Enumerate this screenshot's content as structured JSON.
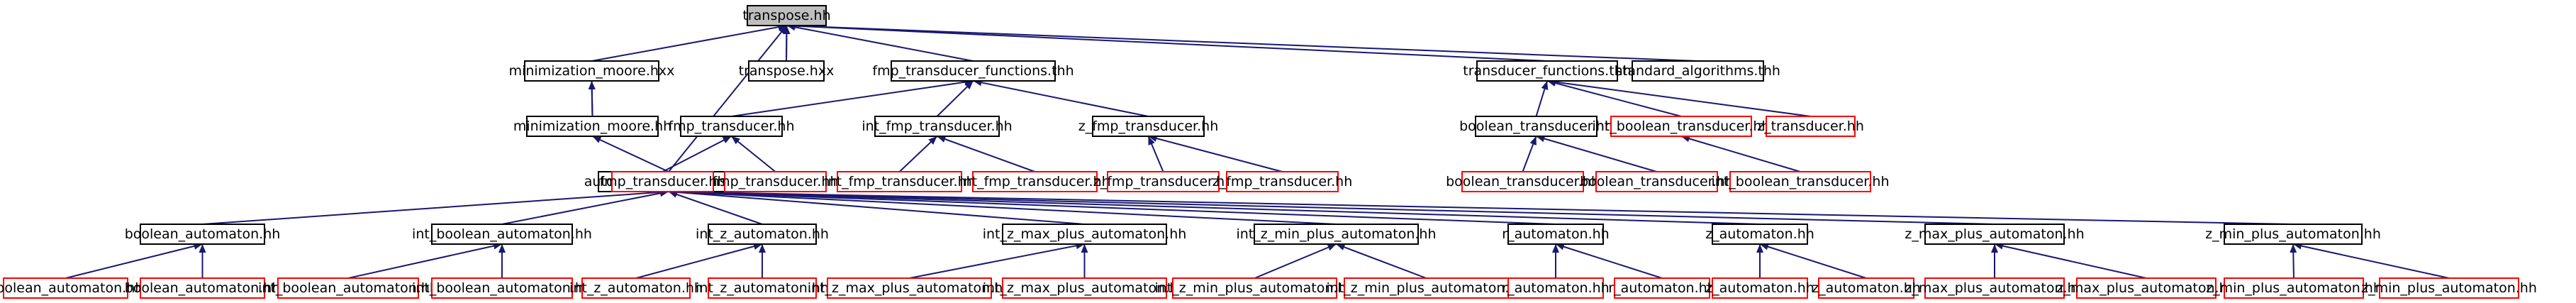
{
  "colors": {
    "edge": "#191970",
    "box_black": "#000000",
    "box_red": "#ff0000",
    "root_fill": "#bfbfbf",
    "background": "#ffffff"
  },
  "nodes": [
    {
      "id": "transpose",
      "label": "transpose.hh",
      "style": "root"
    },
    {
      "id": "min_moore_hxx",
      "label": "minimization_moore.hxx",
      "style": "black"
    },
    {
      "id": "transpose_hxx",
      "label": "transpose.hxx",
      "style": "black"
    },
    {
      "id": "fmp_transducer_functions",
      "label": "fmp_transducer_functions.thh",
      "style": "black"
    },
    {
      "id": "transducer_functions",
      "label": "transducer_functions.thh",
      "style": "black"
    },
    {
      "id": "standard_algorithms",
      "label": "standard_algorithms.thh",
      "style": "black"
    },
    {
      "id": "min_moore_hh",
      "label": "minimization_moore.hh",
      "style": "black"
    },
    {
      "id": "fmp_transducer",
      "label": "fmp_transducer.hh",
      "style": "black"
    },
    {
      "id": "int_fmp_transducer",
      "label": "int_fmp_transducer.hh",
      "style": "black"
    },
    {
      "id": "z_fmp_transducer",
      "label": "z_fmp_transducer.hh",
      "style": "black"
    },
    {
      "id": "boolean_transducer",
      "label": "boolean_transducer.hh",
      "style": "black"
    },
    {
      "id": "int_boolean_transducer",
      "label": "int_boolean_transducer.hh",
      "style": "red"
    },
    {
      "id": "z_transducer",
      "label": "z_transducer.hh",
      "style": "red"
    },
    {
      "id": "automaton_functions",
      "label": "automaton_functions.thh",
      "style": "black"
    },
    {
      "id": "fmp_t_a",
      "label": "fmp_transducer.hh",
      "style": "red"
    },
    {
      "id": "fmp_t_b",
      "label": "fmp_transducer.hh",
      "style": "red"
    },
    {
      "id": "int_fmp_t_a",
      "label": "int_fmp_transducer.hh",
      "style": "red"
    },
    {
      "id": "int_fmp_t_b",
      "label": "int_fmp_transducer.hh",
      "style": "red"
    },
    {
      "id": "z_fmp_t_a",
      "label": "z_fmp_transducer.hh",
      "style": "red"
    },
    {
      "id": "z_fmp_t_b",
      "label": "z_fmp_transducer.hh",
      "style": "red"
    },
    {
      "id": "bool_t_a",
      "label": "boolean_transducer.hh",
      "style": "red"
    },
    {
      "id": "bool_t_b",
      "label": "boolean_transducer.hh",
      "style": "red"
    },
    {
      "id": "int_bool_t_a",
      "label": "int_boolean_transducer.hh",
      "style": "red"
    },
    {
      "id": "boolean_automaton",
      "label": "boolean_automaton.hh",
      "style": "black"
    },
    {
      "id": "int_boolean_automaton",
      "label": "int_boolean_automaton.hh",
      "style": "black"
    },
    {
      "id": "int_z_automaton",
      "label": "int_z_automaton.hh",
      "style": "black"
    },
    {
      "id": "int_z_max_plus_automaton",
      "label": "int_z_max_plus_automaton.hh",
      "style": "black"
    },
    {
      "id": "int_z_min_plus_automaton",
      "label": "int_z_min_plus_automaton.hh",
      "style": "black"
    },
    {
      "id": "r_automaton",
      "label": "r_automaton.hh",
      "style": "black"
    },
    {
      "id": "z_automaton",
      "label": "z_automaton.hh",
      "style": "black"
    },
    {
      "id": "z_max_plus_automaton",
      "label": "z_max_plus_automaton.hh",
      "style": "black"
    },
    {
      "id": "z_min_plus_automaton",
      "label": "z_min_plus_automaton.hh",
      "style": "black"
    },
    {
      "id": "ba_a",
      "label": "boolean_automaton.hh",
      "style": "red"
    },
    {
      "id": "ba_b",
      "label": "boolean_automaton.hh",
      "style": "red"
    },
    {
      "id": "iba_a",
      "label": "int_boolean_automaton.hh",
      "style": "red"
    },
    {
      "id": "iba_b",
      "label": "int_boolean_automaton.hh",
      "style": "red"
    },
    {
      "id": "iza_a",
      "label": "int_z_automaton.hh",
      "style": "red"
    },
    {
      "id": "iza_b",
      "label": "int_z_automaton.hh",
      "style": "red"
    },
    {
      "id": "izmax_a",
      "label": "int_z_max_plus_automaton.hh",
      "style": "red"
    },
    {
      "id": "izmax_b",
      "label": "int_z_max_plus_automaton.hh",
      "style": "red"
    },
    {
      "id": "izmin_a",
      "label": "int_z_min_plus_automaton.hh",
      "style": "red"
    },
    {
      "id": "izmin_b",
      "label": "int_z_min_plus_automaton.hh",
      "style": "red"
    },
    {
      "id": "ra_a",
      "label": "r_automaton.hh",
      "style": "red"
    },
    {
      "id": "ra_b",
      "label": "r_automaton.hh",
      "style": "red"
    },
    {
      "id": "za_a",
      "label": "z_automaton.hh",
      "style": "red"
    },
    {
      "id": "za_b",
      "label": "z_automaton.hh",
      "style": "red"
    },
    {
      "id": "zmax_a",
      "label": "z_max_plus_automaton.hh",
      "style": "red"
    },
    {
      "id": "zmax_b",
      "label": "z_max_plus_automaton.hh",
      "style": "red"
    },
    {
      "id": "zmin_a",
      "label": "z_min_plus_automaton.hh",
      "style": "red"
    },
    {
      "id": "zmin_b",
      "label": "z_min_plus_automaton.hh",
      "style": "red"
    }
  ],
  "edges": [
    [
      "min_moore_hxx",
      "min_moore_hh"
    ],
    [
      "transpose",
      "min_moore_hxx"
    ],
    [
      "transpose",
      "transpose_hxx"
    ],
    [
      "transpose",
      "fmp_transducer_functions"
    ],
    [
      "transpose",
      "transducer_functions"
    ],
    [
      "transpose",
      "standard_algorithms"
    ],
    [
      "transpose",
      "automaton_functions"
    ],
    [
      "transpose_hxx",
      "transpose"
    ],
    [
      "min_moore_hh",
      "min_moore_hxx"
    ],
    [
      "min_moore_hh",
      "automaton_functions"
    ],
    [
      "fmp_transducer_functions",
      "fmp_transducer"
    ],
    [
      "fmp_transducer_functions",
      "int_fmp_transducer"
    ],
    [
      "fmp_transducer_functions",
      "z_fmp_transducer"
    ],
    [
      "transducer_functions",
      "boolean_transducer"
    ],
    [
      "transducer_functions",
      "int_boolean_transducer"
    ],
    [
      "transducer_functions",
      "z_transducer"
    ],
    [
      "fmp_transducer",
      "fmp_t_a"
    ],
    [
      "fmp_transducer",
      "fmp_t_b"
    ],
    [
      "int_fmp_transducer",
      "int_fmp_t_a"
    ],
    [
      "int_fmp_transducer",
      "int_fmp_t_b"
    ],
    [
      "z_fmp_transducer",
      "z_fmp_t_a"
    ],
    [
      "z_fmp_transducer",
      "z_fmp_t_b"
    ],
    [
      "boolean_transducer",
      "bool_t_a"
    ],
    [
      "boolean_transducer",
      "bool_t_b"
    ],
    [
      "int_boolean_transducer",
      "int_bool_t_a"
    ],
    [
      "automaton_functions",
      "boolean_automaton"
    ],
    [
      "automaton_functions",
      "int_boolean_automaton"
    ],
    [
      "automaton_functions",
      "int_z_automaton"
    ],
    [
      "automaton_functions",
      "int_z_max_plus_automaton"
    ],
    [
      "automaton_functions",
      "int_z_min_plus_automaton"
    ],
    [
      "automaton_functions",
      "r_automaton"
    ],
    [
      "automaton_functions",
      "z_automaton"
    ],
    [
      "automaton_functions",
      "z_max_plus_automaton"
    ],
    [
      "automaton_functions",
      "z_min_plus_automaton"
    ],
    [
      "boolean_automaton",
      "ba_a"
    ],
    [
      "boolean_automaton",
      "ba_b"
    ],
    [
      "int_boolean_automaton",
      "iba_a"
    ],
    [
      "int_boolean_automaton",
      "iba_b"
    ],
    [
      "int_z_automaton",
      "iza_a"
    ],
    [
      "int_z_automaton",
      "iza_b"
    ],
    [
      "int_z_max_plus_automaton",
      "izmax_a"
    ],
    [
      "int_z_max_plus_automaton",
      "izmax_b"
    ],
    [
      "int_z_min_plus_automaton",
      "izmin_a"
    ],
    [
      "int_z_min_plus_automaton",
      "izmin_b"
    ],
    [
      "r_automaton",
      "ra_a"
    ],
    [
      "r_automaton",
      "ra_b"
    ],
    [
      "z_automaton",
      "za_a"
    ],
    [
      "z_automaton",
      "za_b"
    ],
    [
      "z_max_plus_automaton",
      "zmax_a"
    ],
    [
      "z_max_plus_automaton",
      "zmax_b"
    ],
    [
      "z_min_plus_automaton",
      "zmin_a"
    ],
    [
      "z_min_plus_automaton",
      "zmin_b"
    ]
  ]
}
